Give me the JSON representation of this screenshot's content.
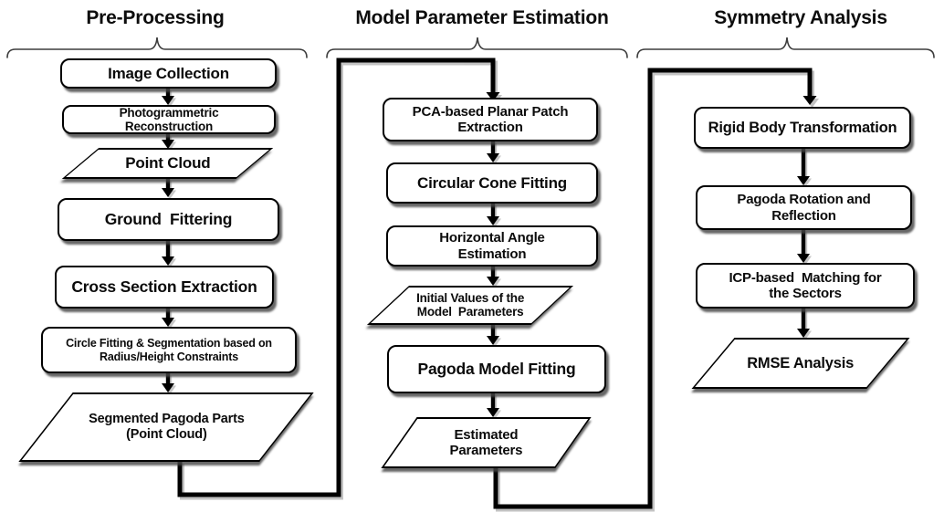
{
  "diagram": {
    "colors": {
      "background": "#ffffff",
      "node_fill": "#ffffff",
      "line": "#000000",
      "shadow": "#555555",
      "brace": "#3d3d3d"
    },
    "columns": [
      {
        "title": "Pre-Processing",
        "nodes": [
          {
            "shape": "rectangle",
            "label": "Image Collection"
          },
          {
            "shape": "rectangle",
            "label": "Photogrammetric\nReconstruction"
          },
          {
            "shape": "parallelogram",
            "label": "Point Cloud"
          },
          {
            "shape": "rectangle",
            "label": "Ground  Fittering"
          },
          {
            "shape": "rectangle",
            "label": "Cross Section Extraction"
          },
          {
            "shape": "rectangle",
            "label": "Circle Fitting & Segmentation based on\nRadius/Height Constraints"
          },
          {
            "shape": "parallelogram",
            "label": "Segmented Pagoda Parts\n(Point Cloud)"
          }
        ]
      },
      {
        "title": "Model Parameter Estimation",
        "nodes": [
          {
            "shape": "rectangle",
            "label": "PCA-based Planar Patch\nExtraction"
          },
          {
            "shape": "rectangle",
            "label": "Circular Cone Fitting"
          },
          {
            "shape": "rectangle",
            "label": "Horizontal Angle\nEstimation"
          },
          {
            "shape": "parallelogram",
            "label": "Initial Values of the\nModel  Parameters"
          },
          {
            "shape": "rectangle",
            "label": "Pagoda Model Fitting"
          },
          {
            "shape": "parallelogram",
            "label": "Estimated\nParameters"
          }
        ]
      },
      {
        "title": "Symmetry Analysis",
        "nodes": [
          {
            "shape": "rectangle",
            "label": "Rigid Body Transformation"
          },
          {
            "shape": "rectangle",
            "label": "Pagoda Rotation and\nReflection"
          },
          {
            "shape": "rectangle",
            "label": "ICP-based  Matching for\nthe Sectors"
          },
          {
            "shape": "parallelogram",
            "label": "RMSE Analysis"
          }
        ]
      }
    ]
  }
}
